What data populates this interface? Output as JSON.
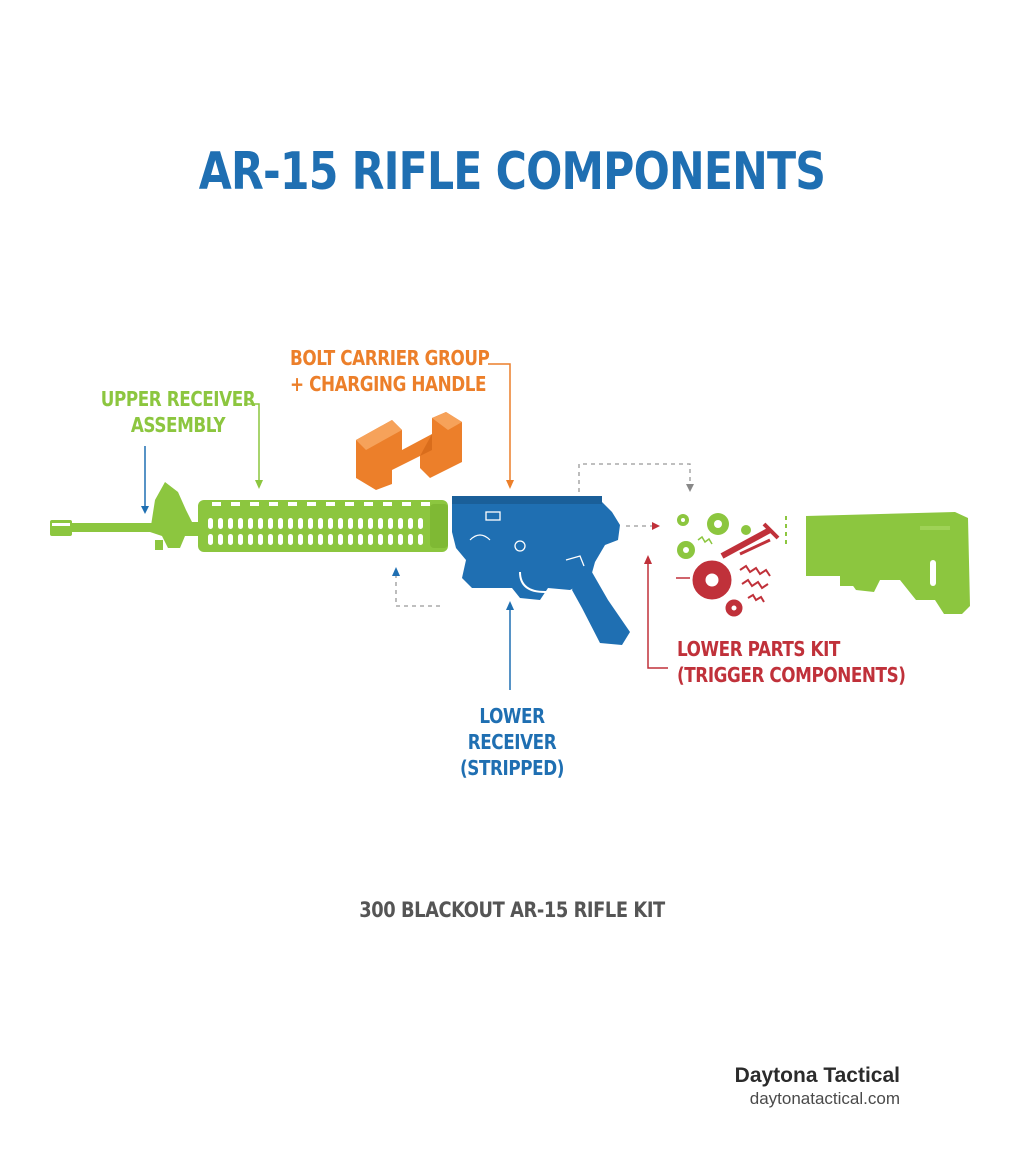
{
  "title": "AR-15 RIFLE COMPONENTS",
  "labels": {
    "upper_receiver": [
      "UPPER RECEIVER",
      "ASSEMBLY"
    ],
    "bolt_carrier": [
      "BOLT CARRIER GROUP",
      "+ CHARGING HANDLE"
    ],
    "lower_receiver": [
      "LOWER",
      "RECEIVER",
      "(STRIPPED)"
    ],
    "lower_parts_kit": [
      "LOWER PARTS KIT",
      "(TRIGGER COMPONENTS)"
    ]
  },
  "subtitle": "300 BLACKOUT AR-15 RIFLE KIT",
  "brand": {
    "name": "Daytona Tactical",
    "url": "daytonatactical.com"
  },
  "colors": {
    "title": "#1f6fb2",
    "upper": "#8cc63f",
    "bolt": "#ec7f2a",
    "lower": "#1f6fb2",
    "parts": "#c0313a",
    "stock": "#8cc63f"
  }
}
